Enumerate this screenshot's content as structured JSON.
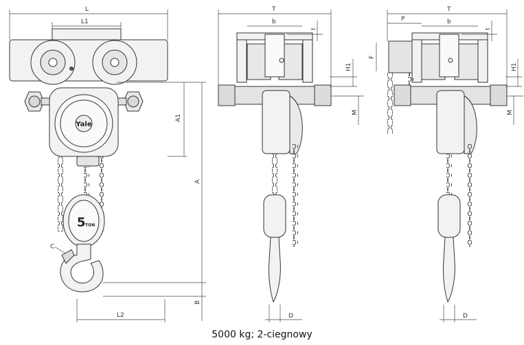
{
  "caption": "5000 kg; 2-ciegnowy",
  "brand_label": "Yale",
  "load_label": {
    "number": "5",
    "unit": "TON"
  },
  "front_view": {
    "dims": {
      "L": "L",
      "L1": "L1",
      "A1": "A1",
      "A": "A",
      "B": "B",
      "C": "C",
      "L2": "L2"
    }
  },
  "side_view": {
    "dims": {
      "T": "T",
      "b": "b",
      "t": "t",
      "H1": "H1",
      "M": "M",
      "D": "D"
    }
  },
  "side_view_chain": {
    "dims": {
      "T": "T",
      "P": "P",
      "b": "b",
      "t": "t",
      "F": "F",
      "H1": "H1",
      "M": "M",
      "D": "D"
    }
  }
}
